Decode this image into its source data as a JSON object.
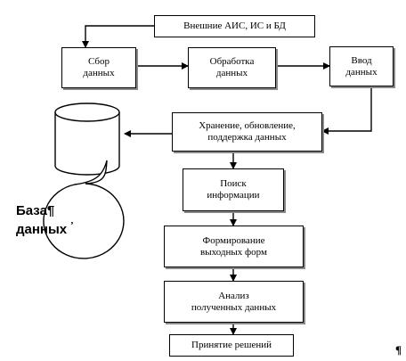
{
  "nodes": {
    "external": "Внешние АИС, ИС и БД",
    "collect": "Сбор\nданных",
    "process": "Обработка\nданных",
    "input": "Ввод\nданных",
    "storage": "Хранение, обновление,\nподдержка данных",
    "search": "Поиск\nинформации",
    "forms": "Формирование\nвыходных форм",
    "analysis": "Анализ\nполученных данных",
    "decision": "Принятие решений"
  },
  "database": {
    "callout_label": "База¶\nданных",
    "callout_mark": "ʼ"
  },
  "page_mark": "¶"
}
